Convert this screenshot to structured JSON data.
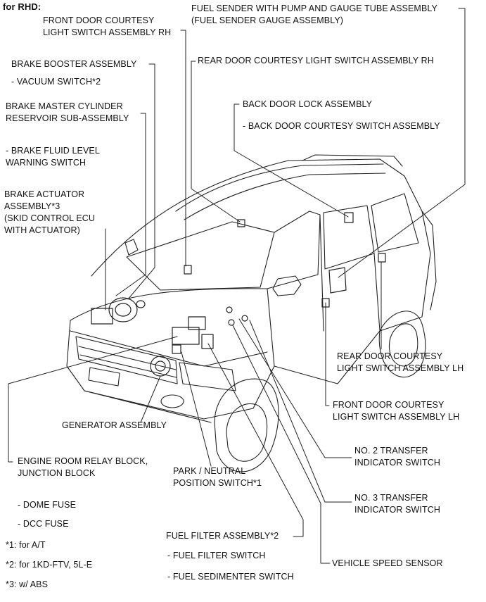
{
  "header": "for RHD:",
  "labels": {
    "fuel_sender": [
      "FUEL SENDER WITH PUMP AND GAUGE TUBE ASSEMBLY",
      "(FUEL SENDER GAUGE ASSEMBLY)"
    ],
    "front_door_rh": [
      "FRONT DOOR COURTESY",
      "LIGHT SWITCH ASSEMBLY RH"
    ],
    "brake_booster": "BRAKE BOOSTER ASSEMBLY",
    "vacuum_switch": "- VACUUM SWITCH*2",
    "rear_door_rh": "REAR DOOR COURTESY LIGHT SWITCH ASSEMBLY RH",
    "brake_reservoir": [
      "BRAKE MASTER CYLINDER",
      "RESERVOIR SUB-ASSEMBLY"
    ],
    "back_door_lock": "BACK DOOR LOCK ASSEMBLY",
    "back_door_switch": "- BACK DOOR COURTESY SWITCH ASSEMBLY",
    "brake_fluid_switch": [
      "- BRAKE FLUID LEVEL",
      "WARNING SWITCH"
    ],
    "brake_actuator": [
      "BRAKE ACTUATOR",
      "ASSEMBLY*3",
      "(SKID CONTROL ECU",
      "WITH ACTUATOR)"
    ],
    "rear_door_lh": [
      "REAR DOOR COURTESY",
      "LIGHT SWITCH ASSEMBLY LH"
    ],
    "front_door_lh": [
      "FRONT DOOR COURTESY",
      "LIGHT SWITCH ASSEMBLY LH"
    ],
    "generator": "GENERATOR ASSEMBLY",
    "transfer2": [
      "NO. 2 TRANSFER",
      "INDICATOR SWITCH"
    ],
    "relay_block": [
      "ENGINE ROOM RELAY BLOCK,",
      "JUNCTION BLOCK"
    ],
    "park_neutral": [
      "PARK / NEUTRAL",
      "POSITION SWITCH*1"
    ],
    "transfer3": [
      "NO. 3 TRANSFER",
      "INDICATOR SWITCH"
    ],
    "dome_fuse": "- DOME FUSE",
    "dcc_fuse": "- DCC FUSE",
    "fuel_filter": "FUEL FILTER ASSEMBLY*2",
    "fuel_filter_switch": "- FUEL FILTER SWITCH",
    "fuel_sedimenter": "- FUEL SEDIMENTER SWITCH",
    "vehicle_speed": "VEHICLE SPEED SENSOR"
  },
  "notes": [
    "*1: for A/T",
    "*2: for 1KD-FTV, 5L-E",
    "*3: w/ ABS"
  ]
}
